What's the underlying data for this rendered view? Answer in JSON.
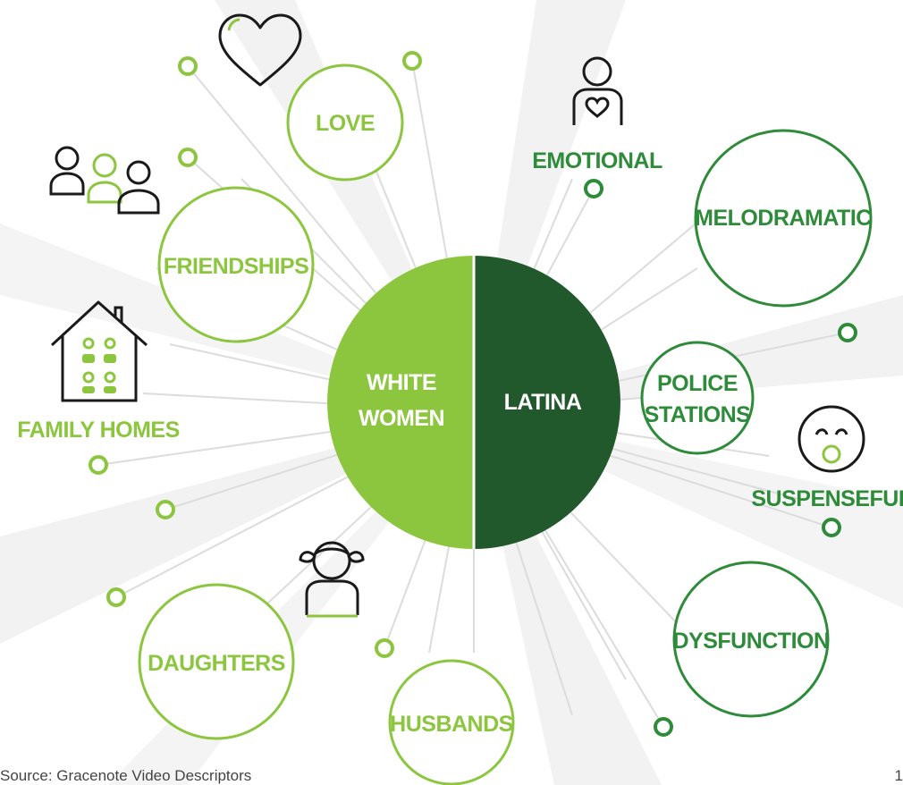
{
  "colors": {
    "light_green": "#8cc63f",
    "dark_green": "#21582c",
    "mid_green": "#2e8b3a",
    "rays": "#e6e6e6",
    "lines": "#dddddd",
    "icon_stroke": "#1a1a1a"
  },
  "center": {
    "left_label": [
      "WHITE",
      "WOMEN"
    ],
    "right_label": "LATINA"
  },
  "white_women_terms": [
    {
      "label": [
        "LOVE"
      ],
      "icon": "heart-icon"
    },
    {
      "label": [
        "FRIENDSHIPS"
      ],
      "icon": "people-group-icon"
    },
    {
      "label": [
        "FAMILY HOMES"
      ],
      "icon": "house-family-icon"
    },
    {
      "label": [
        "DAUGHTERS"
      ],
      "icon": "girl-pigtails-icon"
    },
    {
      "label": [
        "HUSBANDS"
      ]
    }
  ],
  "latina_terms": [
    {
      "label": [
        "EMOTIONAL"
      ],
      "icon": "person-heart-icon"
    },
    {
      "label": [
        "MELODRAMATIC"
      ]
    },
    {
      "label": [
        "POLICE",
        "STATIONS"
      ]
    },
    {
      "label": [
        "SUSPENSEFUL"
      ],
      "icon": "surprised-face-icon"
    },
    {
      "label": [
        "DYSFUNCTION"
      ]
    }
  ],
  "footer": {
    "source": "Source: Gracenote Video Descriptors",
    "page_number": "1"
  }
}
